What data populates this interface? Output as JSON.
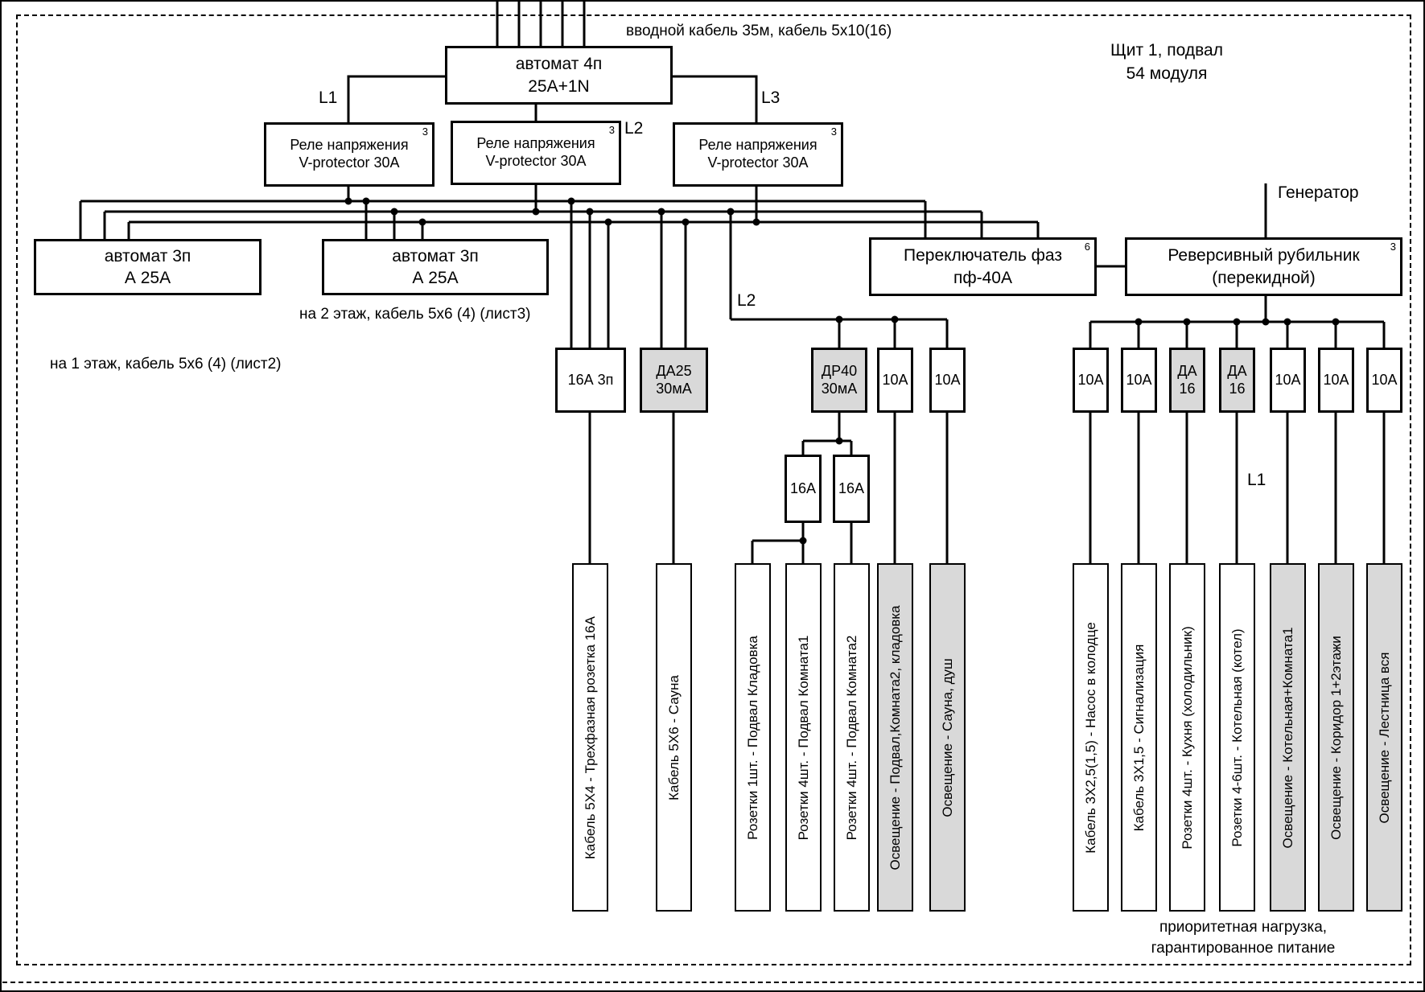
{
  "title": {
    "line1": "Щит 1, подвал",
    "line2": "54 модуля"
  },
  "incoming_cable_note": "вводной кабель 35м, кабель 5х10(16)",
  "main_breaker": {
    "line1": "автомат 4п",
    "line2": "25А+1N"
  },
  "phase_labels": {
    "l1": "L1",
    "l2": "L2",
    "l3": "L3",
    "l2_branch": "L2",
    "l1_branch": "L1"
  },
  "relays": [
    {
      "line1": "Реле напряжения",
      "line2": "V-protector 30А",
      "qty": "3"
    },
    {
      "line1": "Реле напряжения",
      "line2": "V-protector 30А",
      "qty": "3"
    },
    {
      "line1": "Реле напряжения",
      "line2": "V-protector 30А",
      "qty": "3"
    }
  ],
  "floor_breakers": [
    {
      "line1": "автомат 3п",
      "line2": "А 25А",
      "note": "на 1 этаж, кабель 5х6 (4) (лист2)"
    },
    {
      "line1": "автомат 3п",
      "line2": "А 25А",
      "note": "на 2 этаж, кабель 5х6 (4) (лист3)"
    }
  ],
  "phase_switch": {
    "line1": "Переключатель  фаз",
    "line2": "пф-40А",
    "qty": "6"
  },
  "reversing_switch": {
    "line1": "Реверсивный рубильник",
    "line2": "(перекидной)",
    "qty": "3"
  },
  "generator_label": "Генератор",
  "branch_breakers": [
    {
      "label": "16А 3п",
      "gray": false
    },
    {
      "line1": "ДА25",
      "line2": "30мА",
      "gray": true
    },
    {
      "line1": "ДР40",
      "line2": "30мА",
      "gray": true
    },
    {
      "label": "10А",
      "gray": false
    },
    {
      "label": "10А",
      "gray": false
    },
    {
      "label": "10А",
      "gray": false
    },
    {
      "label": "10А",
      "gray": false
    },
    {
      "line1": "ДА",
      "line2": "16",
      "gray": true
    },
    {
      "line1": "ДА",
      "line2": "16",
      "gray": true
    },
    {
      "label": "10А",
      "gray": false
    },
    {
      "label": "10А",
      "gray": false
    },
    {
      "label": "10А",
      "gray": false
    }
  ],
  "sub_breakers": [
    {
      "label": "16А"
    },
    {
      "label": "16А"
    }
  ],
  "circuits": [
    {
      "text": "Кабель 5Х4 - Трехфазная розетка 16А",
      "gray": false
    },
    {
      "text": "Кабель 5Х6 - Сауна",
      "gray": false
    },
    {
      "text": "Розетки 1шт. - Подвал Кладовка",
      "gray": false
    },
    {
      "text": "Розетки 4шт. - Подвал Комната1",
      "gray": false
    },
    {
      "text": "Розетки 4шт. - Подвал Комната2",
      "gray": false
    },
    {
      "text": "Освещение - Подвал,Комната2, кладовка",
      "gray": true
    },
    {
      "text": "Освещение - Сауна, душ",
      "gray": true
    },
    {
      "text": "Кабель 3Х2,5(1,5) - Насос в колодце",
      "gray": false
    },
    {
      "text": "Кабель 3Х1,5 - Сигнализация",
      "gray": false
    },
    {
      "text": "Розетки 4шт. - Кухня (холодильник)",
      "gray": false
    },
    {
      "text": "Розетки 4-6шт. - Котельная (котел)",
      "gray": false
    },
    {
      "text": "Освещение - Котельная+Комната1",
      "gray": true
    },
    {
      "text": "Освещение - Коридор 1+2этажи",
      "gray": true
    },
    {
      "text": "Освещение - Лестница вся",
      "gray": true
    }
  ],
  "footer_note": {
    "line1": "приоритетная нагрузка,",
    "line2": "гарантированное питание"
  },
  "colors": {
    "line": "#000000",
    "shaded_fill": "#d9d9d9",
    "background": "#ffffff"
  }
}
